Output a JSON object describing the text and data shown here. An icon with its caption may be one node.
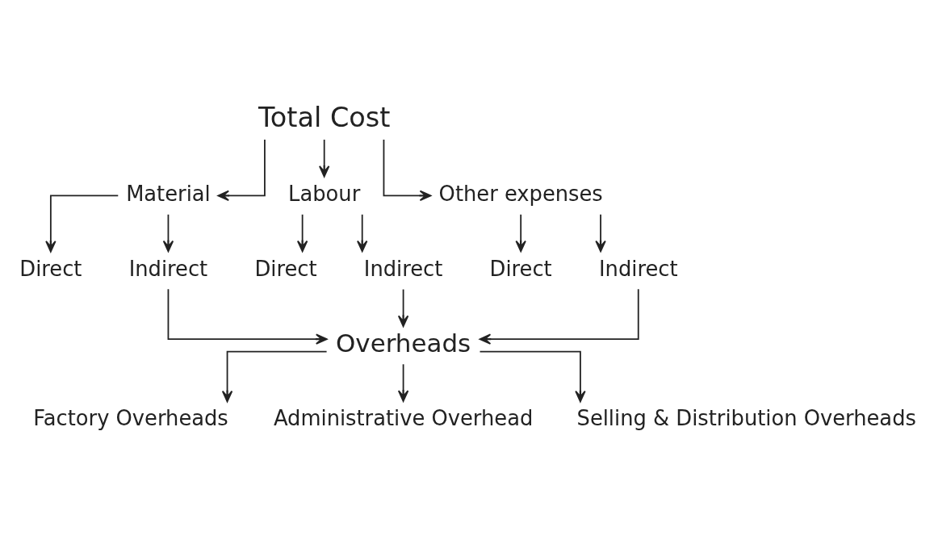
{
  "diagram": {
    "nodes": [
      {
        "text": [
          "Total Cost"
        ]
      },
      {
        "text": [
          "Material"
        ]
      },
      {
        "text": [
          "Labour"
        ]
      },
      {
        "text": [
          "Other expenses"
        ]
      },
      {
        "text": [
          "Direct"
        ]
      },
      {
        "text": [
          "Indirect"
        ]
      },
      {
        "text": [
          "Direct"
        ]
      },
      {
        "text": [
          "Indirect"
        ]
      },
      {
        "text": [
          "Direct"
        ]
      },
      {
        "text": [
          "Indirect"
        ]
      },
      {
        "text": [
          "Overheads"
        ]
      },
      {
        "text": [
          "Factory Overheads"
        ]
      },
      {
        "text": [
          "Administrative Overhead"
        ]
      },
      {
        "text": [
          "Selling & Distribution Overheads"
        ]
      }
    ],
    "edges": [
      {
        "from": 0,
        "to": 1,
        "arrow": "to"
      },
      {
        "from": 0,
        "to": 2,
        "arrow": "to"
      },
      {
        "from": 0,
        "to": 3,
        "arrow": "to"
      },
      {
        "from": 1,
        "to": 4,
        "arrow": "to"
      },
      {
        "from": 1,
        "to": 5,
        "arrow": "to"
      },
      {
        "from": 2,
        "to": 6,
        "arrow": "to"
      },
      {
        "from": 2,
        "to": 7,
        "arrow": "to"
      },
      {
        "from": 3,
        "to": 8,
        "arrow": "to"
      },
      {
        "from": 3,
        "to": 9,
        "arrow": "to"
      },
      {
        "from": 5,
        "to": 10,
        "arrow": "to"
      },
      {
        "from": 7,
        "to": 10,
        "arrow": "to"
      },
      {
        "from": 9,
        "to": 10,
        "arrow": "to"
      },
      {
        "from": 10,
        "to": 11,
        "arrow": "to"
      },
      {
        "from": 10,
        "to": 12,
        "arrow": "to"
      },
      {
        "from": 10,
        "to": 13,
        "arrow": "to"
      }
    ]
  }
}
